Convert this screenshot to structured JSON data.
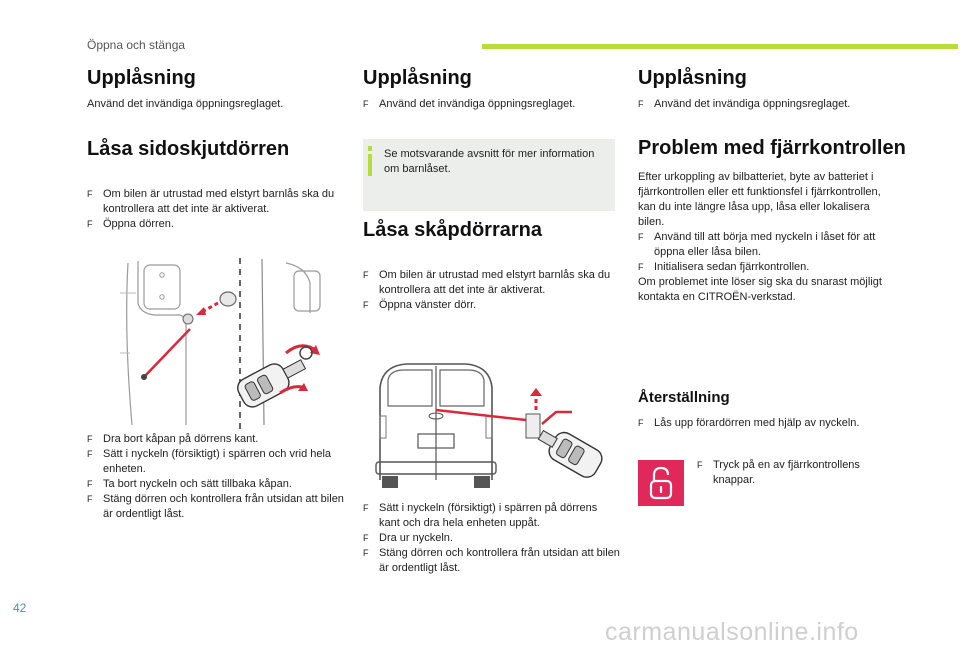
{
  "header": {
    "title": "Öppna och stänga",
    "accent_color": "#b7dc3c"
  },
  "bullet_symbol": "F",
  "col1": {
    "h_unlock": "Upplåsning",
    "unlock_text": "Använd det invändiga öppningsreglaget.",
    "h_lock": "Låsa sidoskjutdörren",
    "steps_a": [
      "Om bilen är utrustad med elstyrt barnlås ska du kontrollera att det inte är aktiverat.",
      "Öppna dörren."
    ],
    "steps_b": [
      "Dra bort kåpan på dörrens kant.",
      "Sätt i nyckeln (försiktigt) i spärren och vrid hela enheten.",
      "Ta bort nyckeln och sätt tillbaka kåpan.",
      "Stäng dörren och kontrollera från utsidan att bilen är ordentligt låst."
    ]
  },
  "col2": {
    "h_unlock": "Upplåsning",
    "unlock_step": "Använd det invändiga öppningsreglaget.",
    "note": "Se motsvarande avsnitt för mer information om barnlåset.",
    "h_lock": "Låsa skåpdörrarna",
    "steps_a": [
      "Om bilen är utrustad med elstyrt barnlås ska du kontrollera att det inte är aktiverat.",
      "Öppna vänster dörr."
    ],
    "steps_b": [
      "Sätt i nyckeln (försiktigt) i spärren på dörrens kant och dra hela enheten uppåt.",
      "Dra ur nyckeln.",
      "Stäng dörren och kontrollera från utsidan att bilen är ordentligt låst."
    ]
  },
  "col3": {
    "h_unlock": "Upplåsning",
    "unlock_step": "Använd det invändiga öppningsreglaget.",
    "h_remote": "Problem med fjärrkontrollen",
    "remote_intro": "Efter urkoppling av bilbatteriet, byte av batteriet i fjärrkontrollen eller ett funktionsfel i fjärrkontrollen, kan du inte längre låsa upp, låsa eller lokalisera bilen.",
    "remote_steps": [
      "Använd till att börja med nyckeln i låset för att öppna eller låsa bilen.",
      "Initialisera sedan fjärrkontrollen."
    ],
    "remote_outro": "Om problemet inte löser sig ska du snarast möjligt kontakta en CITROËN-verkstad.",
    "h_reset": "Återställning",
    "reset_step": "Lås upp förardörren med hjälp av nyckeln.",
    "lock_step": "Tryck på en av fjärrkontrollens knappar.",
    "lock_icon": "padlock-icon",
    "lock_color": "#e0285a"
  },
  "page_number": "42",
  "watermark": "carmanualsonline.info"
}
